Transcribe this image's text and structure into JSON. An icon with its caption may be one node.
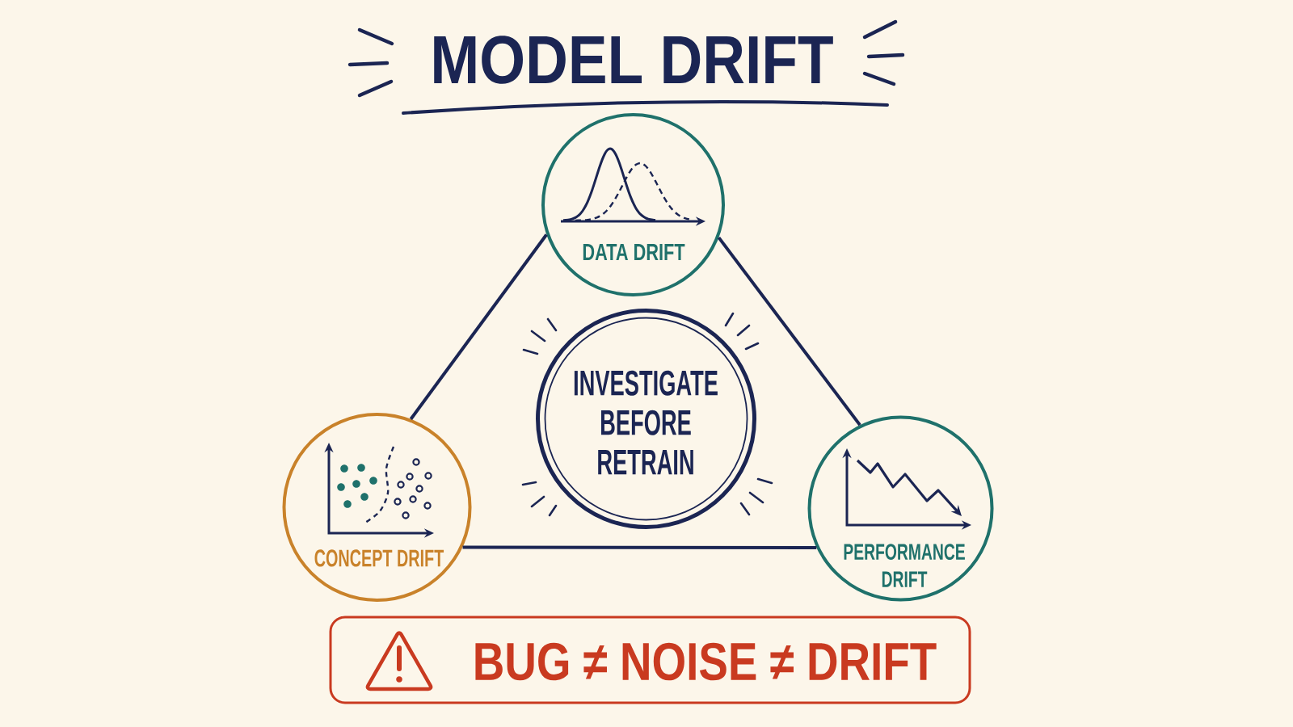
{
  "diagram": {
    "title": "MODEL DRIFT",
    "nodes": [
      {
        "text": [
          "DATA DRIFT"
        ]
      },
      {
        "text": [
          "INVESTIGATE BEFORE RETRAIN"
        ]
      },
      {
        "text": [
          "CONCEPT DRIFT"
        ]
      },
      {
        "text": [
          "PERFORMANCE DRIFT"
        ]
      },
      {
        "text": [
          "BUG ≠ NOISE ≠ DRIFT"
        ]
      }
    ],
    "edges": [
      {
        "from": 0,
        "to": 2,
        "arrow": "none"
      },
      {
        "from": 0,
        "to": 3,
        "arrow": "none"
      },
      {
        "from": 2,
        "to": 3,
        "arrow": "none"
      }
    ]
  }
}
